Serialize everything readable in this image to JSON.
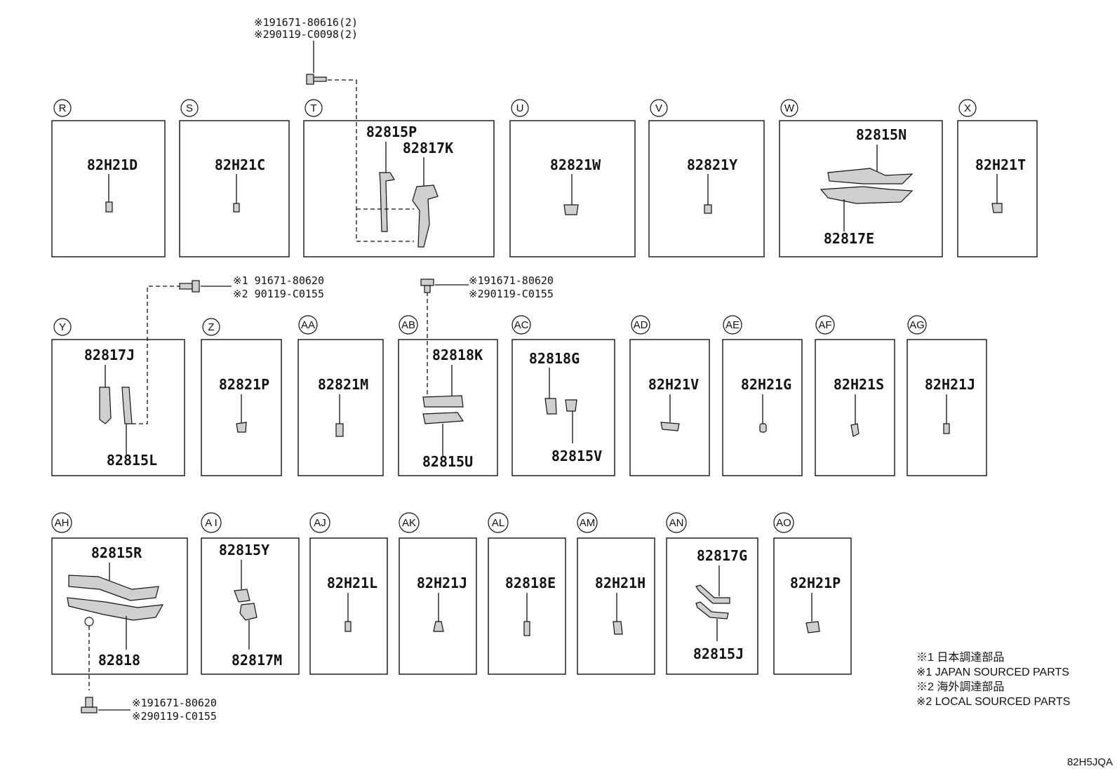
{
  "panels": [
    {
      "tag": "R",
      "parts": [
        "82H21D"
      ]
    },
    {
      "tag": "S",
      "parts": [
        "82H21C"
      ]
    },
    {
      "tag": "T",
      "parts": [
        "82815P",
        "82817K"
      ]
    },
    {
      "tag": "U",
      "parts": [
        "82821W"
      ]
    },
    {
      "tag": "V",
      "parts": [
        "82821Y"
      ]
    },
    {
      "tag": "W",
      "parts": [
        "82815N",
        "82817E"
      ]
    },
    {
      "tag": "X",
      "parts": [
        "82H21T"
      ]
    },
    {
      "tag": "Y",
      "parts": [
        "82817J",
        "82815L"
      ]
    },
    {
      "tag": "Z",
      "parts": [
        "82821P"
      ]
    },
    {
      "tag": "AA",
      "parts": [
        "82821M"
      ]
    },
    {
      "tag": "AB",
      "parts": [
        "82818K",
        "82815U"
      ]
    },
    {
      "tag": "AC",
      "parts": [
        "82818G",
        "82815V"
      ]
    },
    {
      "tag": "AD",
      "parts": [
        "82H21V"
      ]
    },
    {
      "tag": "AE",
      "parts": [
        "82H21G"
      ]
    },
    {
      "tag": "AF",
      "parts": [
        "82H21S"
      ]
    },
    {
      "tag": "AG",
      "parts": [
        "82H21J"
      ]
    },
    {
      "tag": "AH",
      "parts": [
        "82815R",
        "82818"
      ]
    },
    {
      "tag": "A I",
      "parts": [
        "82815Y",
        "82817M"
      ]
    },
    {
      "tag": "AJ",
      "parts": [
        "82H21L"
      ]
    },
    {
      "tag": "AK",
      "parts": [
        "82H21J"
      ]
    },
    {
      "tag": "AL",
      "parts": [
        "82818E"
      ]
    },
    {
      "tag": "AM",
      "parts": [
        "82H21H"
      ]
    },
    {
      "tag": "AN",
      "parts": [
        "82817G",
        "82815J"
      ]
    },
    {
      "tag": "AO",
      "parts": [
        "82H21P"
      ]
    }
  ],
  "fastener_notes": [
    {
      "lines": [
        "※191671-80616(2)",
        "※290119-C0098(2)"
      ]
    },
    {
      "lines": [
        "※1 91671-80620",
        "※2 90119-C0155"
      ]
    },
    {
      "lines": [
        "※191671-80620",
        "※290119-C0155"
      ]
    },
    {
      "lines": [
        "※191671-80620",
        "※290119-C0155"
      ]
    }
  ],
  "legend": [
    "※1 日本調達部品",
    "※1 JAPAN SOURCED PARTS",
    "※2 海外調達部品",
    "※2 LOCAL SOURCED PARTS"
  ],
  "diagram_code": "82H5JQA"
}
